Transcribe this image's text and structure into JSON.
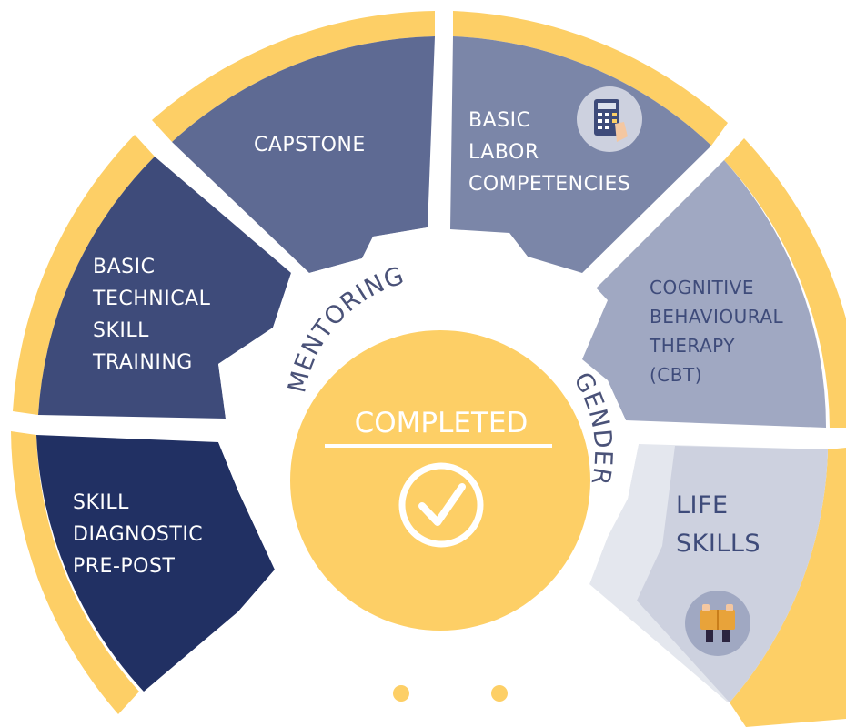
{
  "segments": [
    {
      "id": "skill-diagnostic",
      "lines": [
        "SKILL",
        "DIAGNOSTIC",
        "PRE-POST"
      ]
    },
    {
      "id": "basic-technical",
      "lines": [
        "BASIC",
        "TECHNICAL",
        "SKILL",
        "TRAINING"
      ]
    },
    {
      "id": "capstone",
      "lines": [
        "CAPSTONE"
      ]
    },
    {
      "id": "basic-labor",
      "lines": [
        "BASIC",
        "LABOR",
        "COMPETENCIES"
      ]
    },
    {
      "id": "cbt",
      "lines": [
        "COGNITIVE",
        "BEHAVIOURAL",
        "THERAPY",
        "(CBT)"
      ]
    },
    {
      "id": "life-skills",
      "lines": [
        "LIFE",
        "SKILLS"
      ]
    }
  ],
  "arc_labels": {
    "left": "MENTORING",
    "right": "GENDER"
  },
  "center": {
    "title": "COMPLETED",
    "icon": "checkmark-circle-icon"
  },
  "icons": {
    "labor": "calculator-icon",
    "life": "reading-book-icon"
  },
  "colors": {
    "accent": "#FDCF66",
    "skill_diagnostic": "#213063",
    "basic_technical": "#3E4B7A",
    "capstone": "#5E6A93",
    "basic_labor": "#7B86A8",
    "cbt": "#A0A8C2",
    "life_skills": "#CDD1DF"
  }
}
